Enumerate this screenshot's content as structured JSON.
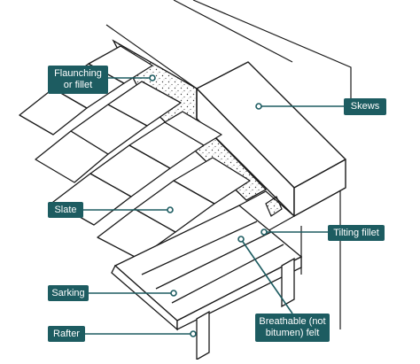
{
  "diagram": {
    "labels": {
      "flaunching": [
        "Flaunching",
        "or fillet"
      ],
      "skews": "Skews",
      "slate": "Slate",
      "tilting_fillet": "Tilting fillet",
      "sarking": "Sarking",
      "rafter": "Rafter",
      "felt": [
        "Breathable (not",
        "bitumen) felt"
      ]
    },
    "colors": {
      "label_fill": "#1d5c61",
      "label_text": "#ffffff",
      "leader_line": "#1d5c61",
      "ink": "#1a1a1a"
    }
  }
}
